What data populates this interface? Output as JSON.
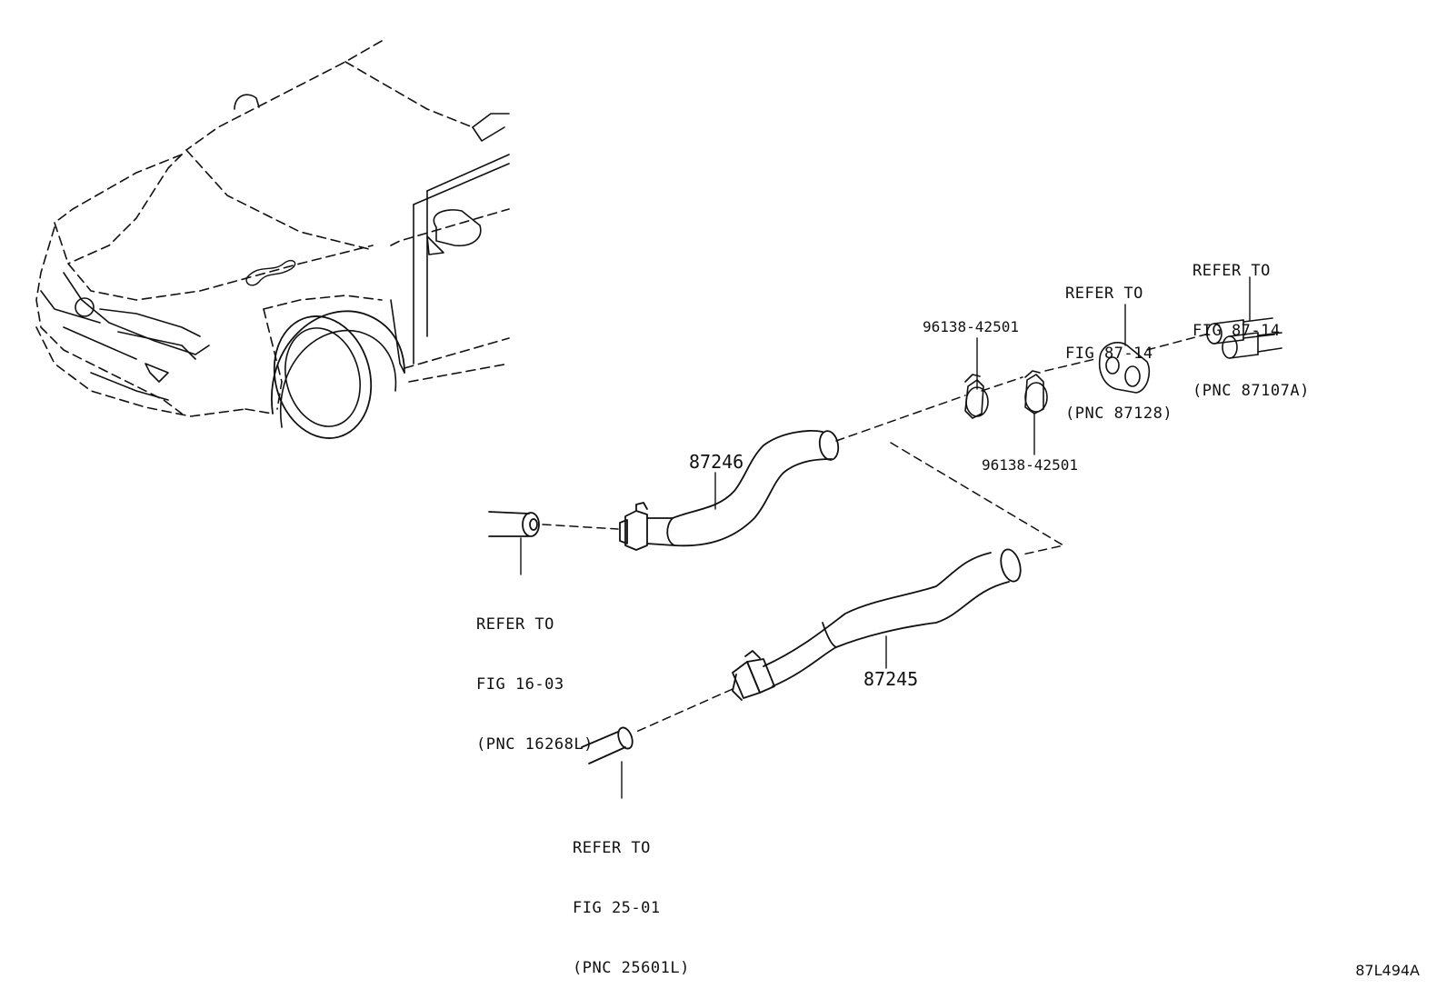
{
  "parts": {
    "hose_upper": "87246",
    "hose_lower": "87245",
    "clamp_a": "96138-42501",
    "clamp_b": "96138-42501"
  },
  "references": {
    "ref_87128": {
      "line1": "REFER TO",
      "line2": "FIG 87-14",
      "line3": "(PNC 87128)"
    },
    "ref_87107a": {
      "line1": "REFER TO",
      "line2": "FIG 87-14",
      "line3": "(PNC 87107A)"
    },
    "ref_16268l": {
      "line1": "REFER TO",
      "line2": "FIG 16-03",
      "line3": "(PNC 16268L)"
    },
    "ref_25601l": {
      "line1": "REFER TO",
      "line2": "FIG 25-01",
      "line3": "(PNC 25601L)"
    }
  },
  "figure_id": "87L494A"
}
